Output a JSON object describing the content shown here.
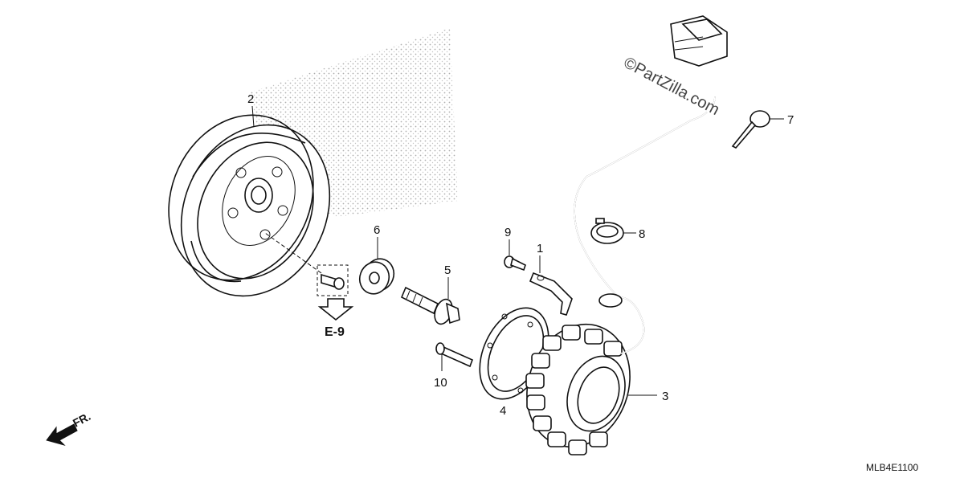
{
  "diagram": {
    "watermark": "©PartZilla.com",
    "diagram_code": "MLB4E1100",
    "reference": "E-9",
    "direction_label": "FR.",
    "parts": [
      {
        "id": "1",
        "name": "part-1"
      },
      {
        "id": "2",
        "name": "part-2"
      },
      {
        "id": "3",
        "name": "part-3"
      },
      {
        "id": "4",
        "name": "part-4"
      },
      {
        "id": "5",
        "name": "part-5"
      },
      {
        "id": "6",
        "name": "part-6"
      },
      {
        "id": "7",
        "name": "part-7"
      },
      {
        "id": "8",
        "name": "part-8"
      },
      {
        "id": "9",
        "name": "part-9"
      },
      {
        "id": "10",
        "name": "part-10"
      }
    ]
  }
}
